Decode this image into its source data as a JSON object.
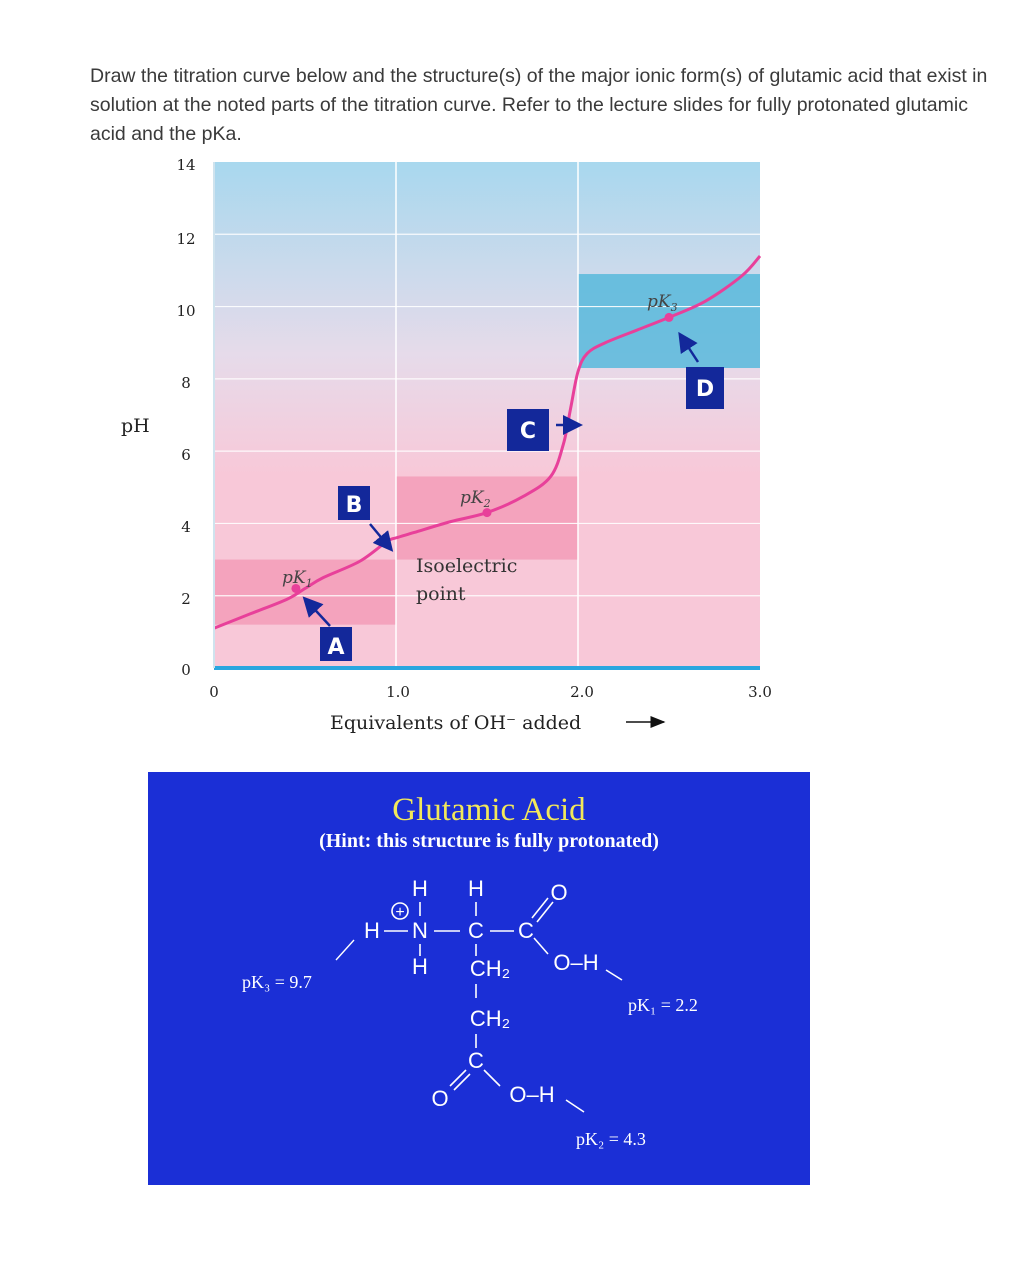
{
  "question": {
    "text": "Draw the titration curve below and the structure(s) of the major ionic form(s) of glutamic acid that exist in solution at the noted parts of the titration curve. Refer to the lecture slides for fully protonated glutamic acid and the pKa."
  },
  "chart_data": {
    "type": "line",
    "ylabel": "pH",
    "xlabel": "Equivalents of OH⁻ added",
    "ylim": [
      0,
      14
    ],
    "xlim": [
      0,
      3
    ],
    "y_ticks": [
      "0",
      "2",
      "4",
      "6",
      "8",
      "10",
      "12",
      "14"
    ],
    "x_ticks": [
      "0",
      "1.0",
      "2.0",
      "3.0"
    ],
    "grid": true,
    "series": [
      {
        "color": "#e8409a",
        "x": [
          0,
          0.2,
          0.4,
          0.5,
          0.6,
          0.8,
          0.95,
          1.0,
          1.1,
          1.3,
          1.5,
          1.7,
          1.85,
          1.92,
          1.96,
          2.0,
          2.05,
          2.15,
          2.35,
          2.5,
          2.7,
          2.9,
          3.0
        ],
        "y": [
          1.1,
          1.5,
          1.9,
          2.2,
          2.5,
          2.95,
          3.5,
          3.6,
          3.75,
          4.05,
          4.3,
          4.75,
          5.3,
          6.2,
          7.2,
          8.2,
          8.7,
          9.0,
          9.4,
          9.7,
          10.15,
          10.85,
          11.4
        ]
      }
    ],
    "pk_points": [
      {
        "label": "pK1",
        "x": 0.45,
        "y": 2.2
      },
      {
        "label": "pK2",
        "x": 1.5,
        "y": 4.3
      },
      {
        "label": "pK3",
        "x": 2.5,
        "y": 9.7
      }
    ],
    "buffer_bands": [
      {
        "x0": 0,
        "x1": 1.0,
        "y0": 1.2,
        "y1": 3.0
      },
      {
        "x0": 1.0,
        "x1": 2.0,
        "y0": 3.0,
        "y1": 5.3
      },
      {
        "x0": 2.0,
        "x1": 3.0,
        "y0": 8.3,
        "y1": 10.9
      }
    ],
    "annotations": {
      "pk1": "pK",
      "pk1_sub": "1",
      "pk2": "pK",
      "pk2_sub": "2",
      "pk3": "pK",
      "pk3_sub": "3",
      "isoelectric_1": "Isoelectric",
      "isoelectric_2": "point"
    },
    "markers": [
      {
        "label": "A",
        "x": 0.65,
        "y": 0.6
      },
      {
        "label": "B",
        "x": 0.75,
        "y": 4.6
      },
      {
        "label": "C",
        "x": 1.7,
        "y": 6.95
      },
      {
        "label": "D",
        "x": 2.65,
        "y": 7.55
      }
    ],
    "colors": {
      "top_band": "#a8d8ee",
      "mid_band": "#e6dbea",
      "low_band": "#f8c8d8",
      "buffer": "#f29ab6",
      "buffer_d": "#57b8dc",
      "axis": "#2aa6df",
      "curve": "#e8409a",
      "marker": "#13289a"
    }
  },
  "slide": {
    "title": "Glutamic Acid",
    "hint": "(Hint: this structure is fully protonated)",
    "pk3_label": "pK₃ = 9.7",
    "pk1_label": "pK₁ = 2.2",
    "pk2_label": "pK₂ = 4.3",
    "atoms": {
      "h_top_left": "H",
      "h_top_right": "H",
      "o_top": "O",
      "h_left": "H",
      "n": "N",
      "c_alpha": "C",
      "c_carboxyl": "C",
      "h_bottom": "H",
      "ch2_a": "CH₂",
      "oh_a": "O–H",
      "ch2_b": "CH₂",
      "c_side": "C",
      "o_side": "O",
      "oh_b": "O–H",
      "plus": "+"
    },
    "colors": {
      "background": "#1b2fd6",
      "title": "#f2e85a",
      "text": "#ffffff"
    }
  }
}
